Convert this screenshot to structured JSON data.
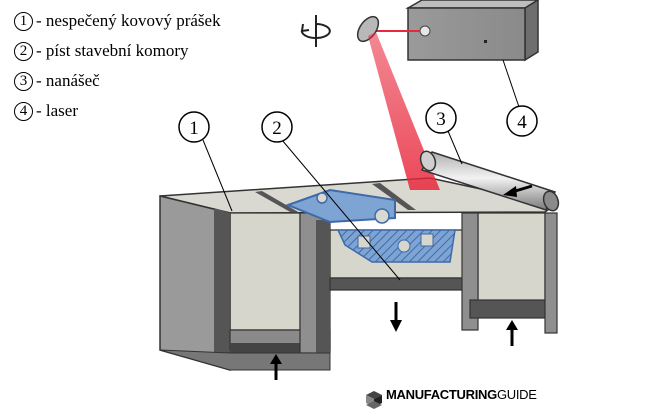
{
  "legend": {
    "items": [
      {
        "number": "1",
        "text": "- nespečený kovový prášek"
      },
      {
        "number": "2",
        "text": "- píst stavební komory"
      },
      {
        "number": "3",
        "text": "- nanášeč"
      },
      {
        "number": "4",
        "text": "- laser"
      }
    ]
  },
  "callouts": {
    "c1": "1",
    "c2": "2",
    "c3": "3",
    "c4": "4"
  },
  "logo": {
    "bold": "MANUFACTURING",
    "light": "GUIDE"
  },
  "colors": {
    "machine_gray": "#8a8a8a",
    "machine_dark": "#555555",
    "powder": "#d8d8cf",
    "part_blue": "#6f96c8",
    "laser_red": "#e8283c"
  }
}
